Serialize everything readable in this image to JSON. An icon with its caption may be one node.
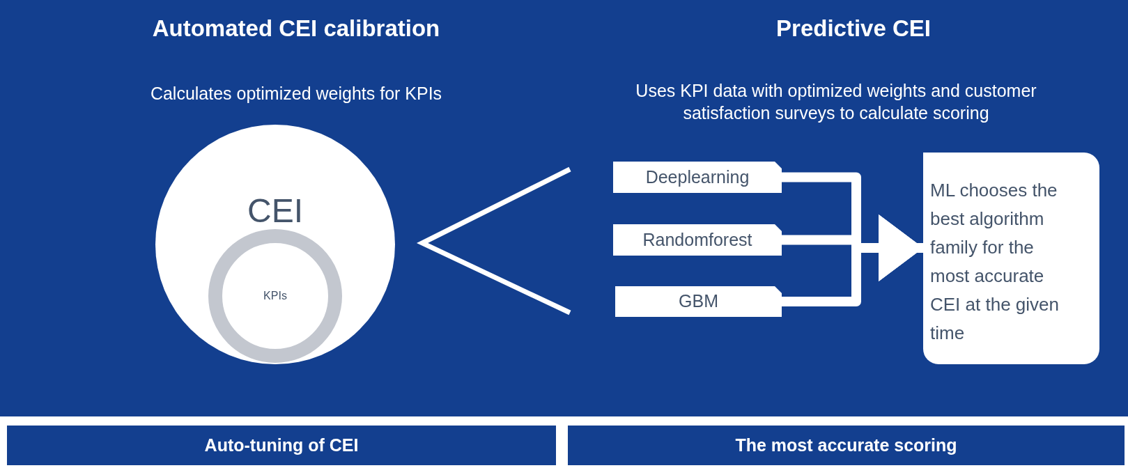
{
  "diagram": {
    "nodes": [
      {
        "text": [
          "CEI"
        ]
      },
      {
        "text": [
          "KPIs"
        ],
        "in": 0
      },
      {
        "text": [
          "Deeplearning"
        ]
      },
      {
        "text": [
          "Randomforest"
        ]
      },
      {
        "text": [
          "GBM"
        ]
      },
      {
        "text": [
          "ML chooses the best algorithm family for the most accurate CEI at the given time"
        ]
      },
      {
        "text": [
          "Auto-tuning of CEI"
        ]
      },
      {
        "text": [
          "The most accurate scoring"
        ]
      }
    ],
    "edges": [
      {
        "from": 2,
        "to": 5,
        "arrow": "to"
      },
      {
        "from": 3,
        "to": 5,
        "arrow": "to"
      },
      {
        "from": 4,
        "to": 5,
        "arrow": "to"
      }
    ],
    "labels": [
      "Automated CEI calibration",
      "Predictive CEI",
      "Calculates optimized weights for KPIs",
      "Uses KPI data with optimized weights and customer satisfaction surveys to calculate scoring"
    ]
  }
}
